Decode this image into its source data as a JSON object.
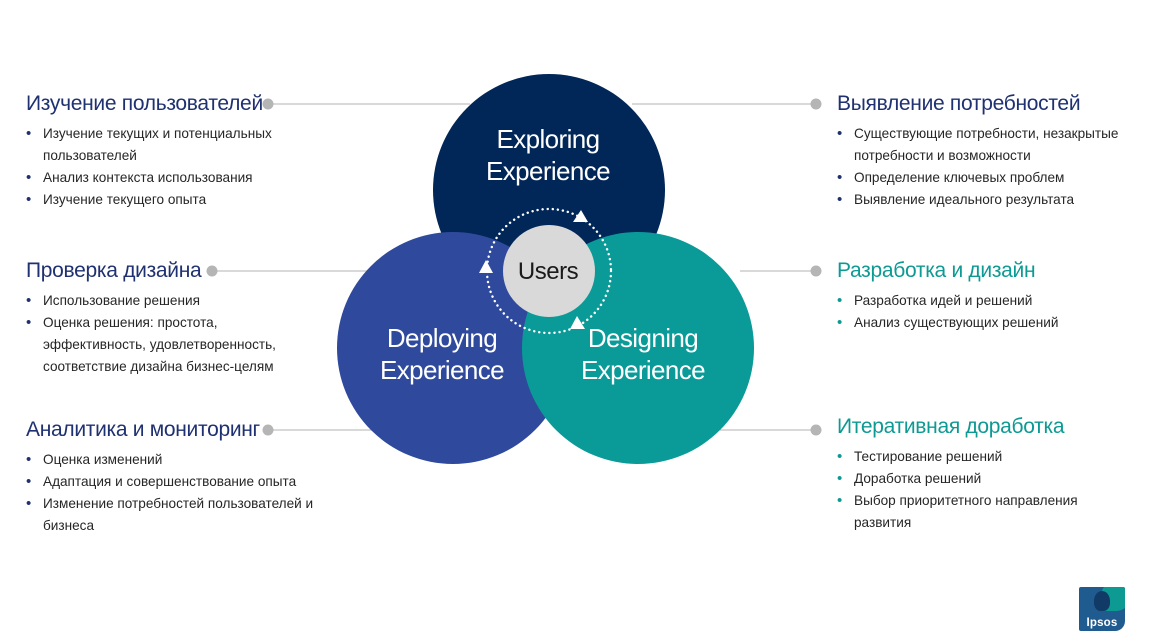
{
  "colors": {
    "navy": "#012658",
    "indigo": "#2f4a9c",
    "teal": "#0a9b98",
    "center_grey": "#d9d9d9",
    "connector_grey": "#b5b5b5",
    "heading_navy": "#1f3170",
    "heading_teal": "#0d9a93"
  },
  "circles": {
    "top": {
      "line1": "Exploring",
      "line2": "Experience"
    },
    "left": {
      "line1": "Deploying",
      "line2": "Experience"
    },
    "right": {
      "line1": "Designing",
      "line2": "Experience"
    },
    "center": "Users"
  },
  "blocks": {
    "left_top": {
      "title": "Изучение пользователей",
      "items": [
        "Изучение текущих и потенциальных пользователей",
        "Анализ контекста использования",
        "Изучение текущего опыта"
      ]
    },
    "left_mid": {
      "title": "Проверка дизайна",
      "items": [
        "Использование решения",
        "Оценка решения: простота, эффективность, удовлетворенность, соответствие дизайна бизнес-целям"
      ]
    },
    "left_bot": {
      "title": "Аналитика и мониторинг",
      "items": [
        "Оценка изменений",
        "Адаптация и совершенствование опыта",
        "Изменение потребностей пользователей и бизнеса"
      ]
    },
    "right_top": {
      "title": "Выявление потребностей",
      "items": [
        "Существующие потребности, незакрытые потребности и возможности",
        "Определение ключевых проблем",
        "Выявление идеального результата"
      ]
    },
    "right_mid": {
      "title": "Разработка и дизайн",
      "items": [
        "Разработка идей и решений",
        "Анализ существующих решений"
      ]
    },
    "right_bot": {
      "title": "Итеративная доработка",
      "items": [
        "Тестирование решений",
        "Доработка решений",
        "Выбор приоритетного направления развития"
      ]
    }
  },
  "logo": {
    "text": "Ipsos",
    "icon": "ipsos-logo-icon"
  }
}
